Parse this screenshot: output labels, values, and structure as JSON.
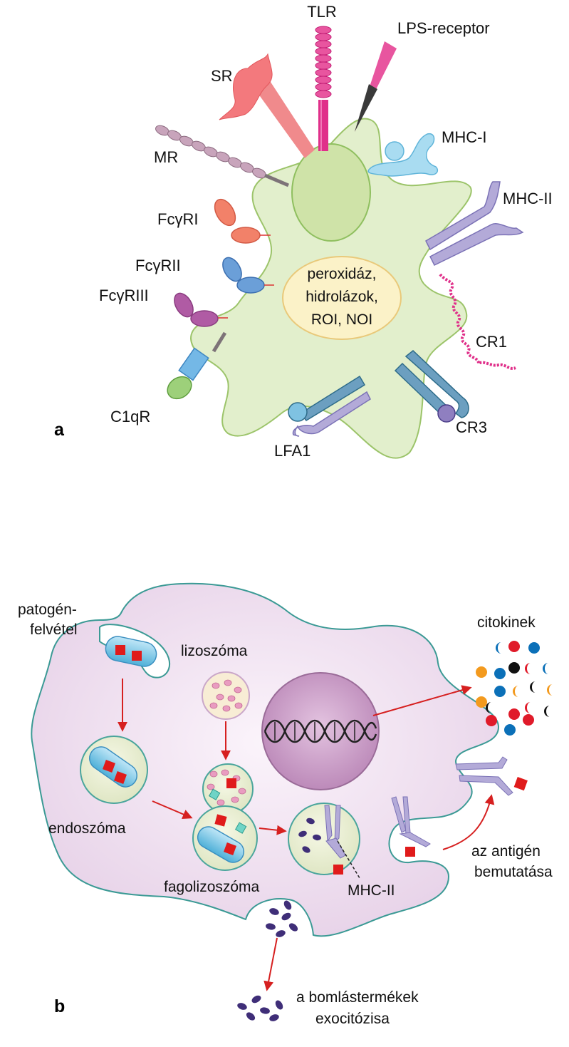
{
  "panel_a": {
    "letter": "a",
    "receptors": {
      "tlr": "TLR",
      "lps": "LPS-receptor",
      "sr": "SR",
      "mr": "MR",
      "mhc1": "MHC-I",
      "mhc2": "MHC-II",
      "fcr1": "FcγRI",
      "fcr2": "FcγRII",
      "fcr3": "FcγRIII",
      "cr1": "CR1",
      "c1qr": "C1qR",
      "lfa1": "LFA1",
      "cr3": "CR3"
    },
    "granule_lines": [
      "peroxidáz,",
      "hidrolázok,",
      "ROI, NOI"
    ],
    "colors": {
      "cell_fill": "#e2efcc",
      "cell_stroke": "#9cc46a",
      "granule_fill": "#fbf2c8",
      "granule_stroke": "#e9c97a"
    }
  },
  "panel_b": {
    "letter": "b",
    "labels": {
      "uptake_1": "patogén-",
      "uptake_2": "felvétel",
      "lysosome": "lizoszóma",
      "cytokines": "citokinek",
      "endosome": "endoszóma",
      "phagolysosome": "fagolizoszóma",
      "mhc2": "MHC-II",
      "presentation_1": "az antigén",
      "presentation_2": "bemutatása",
      "exocytosis_1": "a bomlástermékek",
      "exocytosis_2": "exocitózisa"
    },
    "colors": {
      "cell_fill": "#efe0ef",
      "cell_stroke": "#3b9a95",
      "arrow": "#d62020",
      "nucleus": "#c79ac5",
      "antigen": "#e01b1b"
    }
  }
}
